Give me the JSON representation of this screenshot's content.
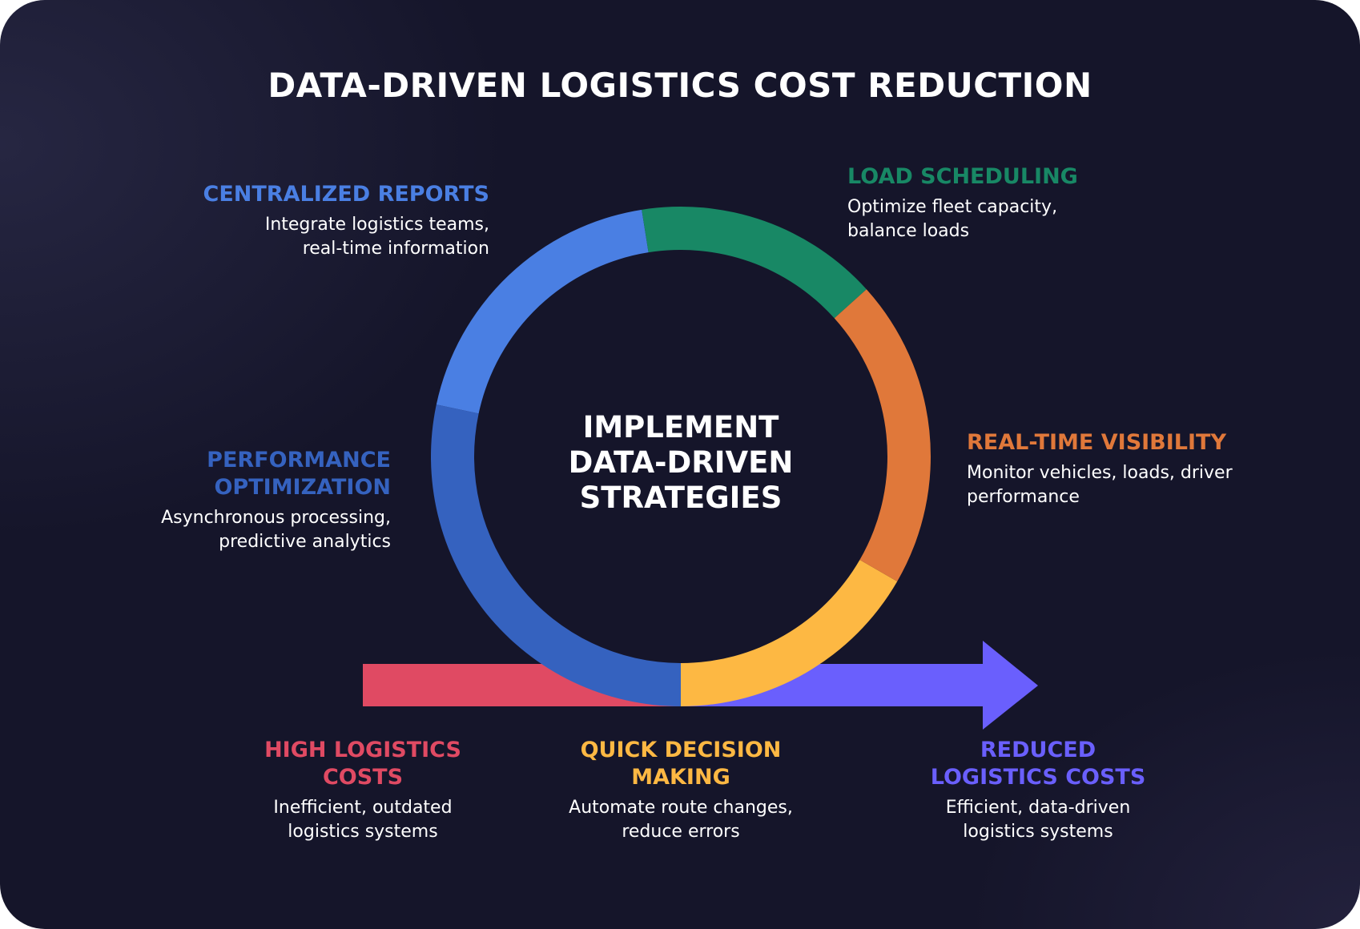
{
  "title": "DATA-DRIVEN LOGISTICS COST REDUCTION",
  "center": {
    "lines": [
      "IMPLEMENT",
      "DATA-DRIVEN",
      "STRATEGIES"
    ]
  },
  "nodes": {
    "centralized_reports": {
      "heading": [
        "CENTRALIZED REPORTS"
      ],
      "description": [
        "Integrate logistics teams,",
        "real-time information"
      ],
      "color": "#4a7fe3"
    },
    "load_scheduling": {
      "heading": [
        "LOAD SCHEDULING"
      ],
      "description": [
        "Optimize fleet capacity,",
        "balance loads"
      ],
      "color": "#188865"
    },
    "real_time_visibility": {
      "heading": [
        "REAL-TIME VISIBILITY"
      ],
      "description": [
        "Monitor vehicles, loads, driver",
        "performance"
      ],
      "color": "#e0783a"
    },
    "performance_optimization": {
      "heading": [
        "PERFORMANCE",
        "OPTIMIZATION"
      ],
      "description": [
        "Asynchronous processing,",
        "predictive analytics"
      ],
      "color": "#3562bf"
    },
    "high_costs": {
      "heading": [
        "HIGH LOGISTICS",
        "COSTS"
      ],
      "description": [
        "Inefficient, outdated",
        "logistics systems"
      ],
      "color": "#e04a63"
    },
    "quick_decision": {
      "heading": [
        "QUICK DECISION",
        "MAKING"
      ],
      "description": [
        "Automate route changes,",
        "reduce errors"
      ],
      "color": "#fdb843"
    },
    "reduced_costs": {
      "heading": [
        "REDUCED",
        "LOGISTICS COSTS"
      ],
      "description": [
        "Efficient, data-driven",
        "logistics systems"
      ],
      "color": "#6a5ffd"
    }
  }
}
